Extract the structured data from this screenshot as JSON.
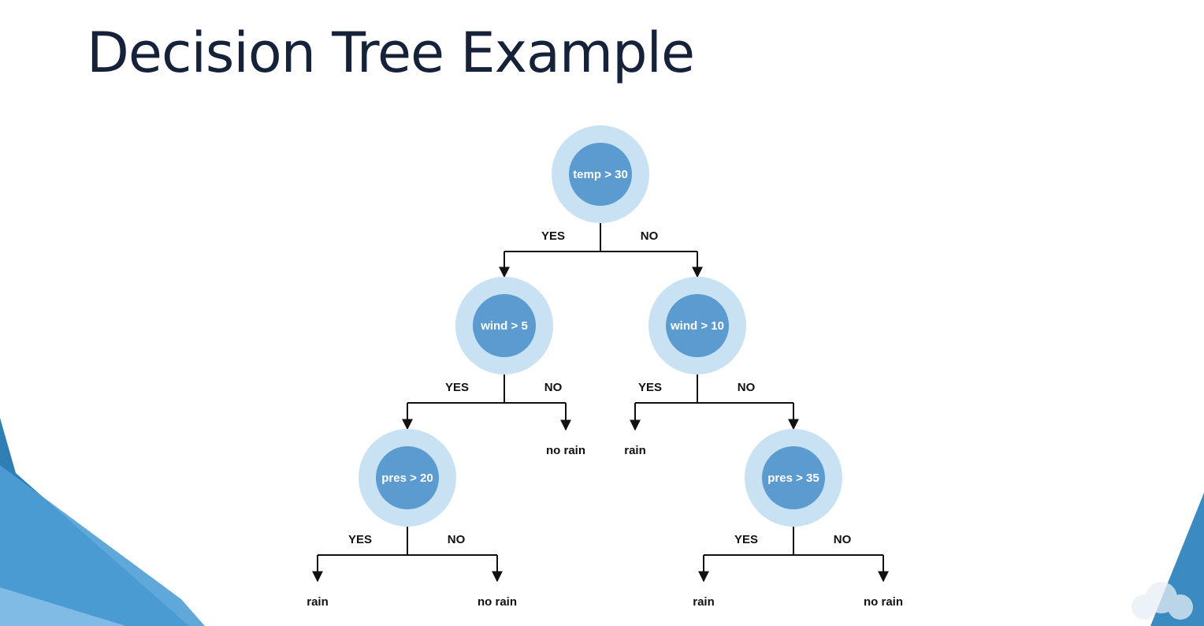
{
  "slide": {
    "title": "Decision Tree Example"
  },
  "colors": {
    "node_outer": "#c8e1f3",
    "node_inner": "#5b9bd0",
    "edge": "#111111",
    "title": "#16213a",
    "decor_dark": "#2f7fb5",
    "decor_light": "#5aa7d9"
  },
  "tree": {
    "nodes": [
      {
        "id": "n1",
        "label": "temp > 30"
      },
      {
        "id": "n2",
        "label": "wind > 5"
      },
      {
        "id": "n3",
        "label": "wind > 10"
      },
      {
        "id": "n4",
        "label": "pres > 20"
      },
      {
        "id": "n5",
        "label": "pres > 35"
      }
    ],
    "branches": [
      {
        "from": "n1",
        "label": "YES",
        "to": "n2"
      },
      {
        "from": "n1",
        "label": "NO",
        "to": "n3"
      },
      {
        "from": "n2",
        "label": "YES",
        "to": "n4"
      },
      {
        "from": "n2",
        "label": "NO",
        "to": "l1"
      },
      {
        "from": "n3",
        "label": "YES",
        "to": "l2"
      },
      {
        "from": "n3",
        "label": "NO",
        "to": "n5"
      },
      {
        "from": "n4",
        "label": "YES",
        "to": "l3"
      },
      {
        "from": "n4",
        "label": "NO",
        "to": "l4"
      },
      {
        "from": "n5",
        "label": "YES",
        "to": "l5"
      },
      {
        "from": "n5",
        "label": "NO",
        "to": "l6"
      }
    ],
    "leaves": [
      {
        "id": "l1",
        "label": "no rain"
      },
      {
        "id": "l2",
        "label": "rain"
      },
      {
        "id": "l3",
        "label": "rain"
      },
      {
        "id": "l4",
        "label": "no rain"
      },
      {
        "id": "l5",
        "label": "rain"
      },
      {
        "id": "l6",
        "label": "no rain"
      }
    ]
  },
  "logo": {
    "icon": "cloud-logo-icon"
  }
}
